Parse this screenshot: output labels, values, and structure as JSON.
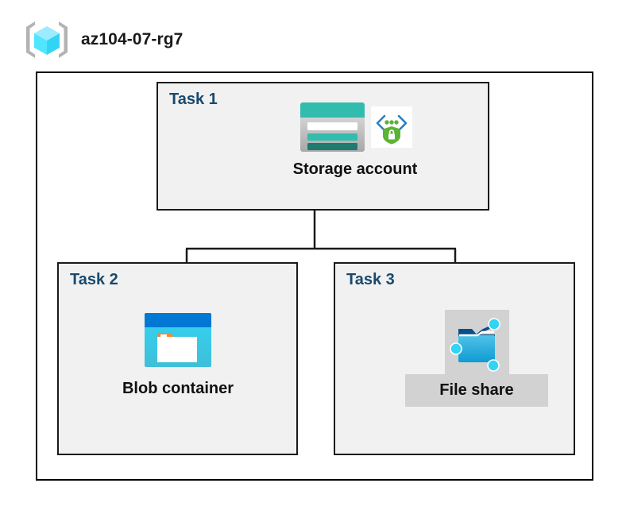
{
  "header": {
    "icon": "azure-resource-group-icon",
    "title": "az104-07-rg7"
  },
  "diagram": {
    "type": "hierarchy",
    "root_label": "az104-07-rg7",
    "panels": [
      {
        "id": "task1",
        "task_label": "Task 1",
        "node_caption": "Storage account",
        "icons": [
          "storage-account-icon",
          "storage-security-icon"
        ],
        "highlighted": false
      },
      {
        "id": "task2",
        "task_label": "Task 2",
        "node_caption": "Blob container",
        "icons": [
          "blob-container-icon"
        ],
        "highlighted": false
      },
      {
        "id": "task3",
        "task_label": "Task 3",
        "node_caption": "File share",
        "icons": [
          "file-share-icon"
        ],
        "highlighted": true
      }
    ],
    "connections": [
      {
        "from": "task1",
        "to": "task2"
      },
      {
        "from": "task1",
        "to": "task3"
      }
    ]
  },
  "colors": {
    "task_label": "#17496e",
    "panel_background": "#f1f1f1",
    "panel_border": "#1a1a1a",
    "outer_border": "#000000",
    "highlight_background": "#d2d2d2",
    "storage_teal": "#32bcad",
    "storage_dark_teal": "#1f7a70",
    "blob_blue": "#0078d4",
    "blob_cyan": "#32d4f5",
    "blob_orange": "#f7882f",
    "security_green": "#5cb335",
    "cube_cyan": "#50e6ff",
    "caption_text": "#101010"
  }
}
